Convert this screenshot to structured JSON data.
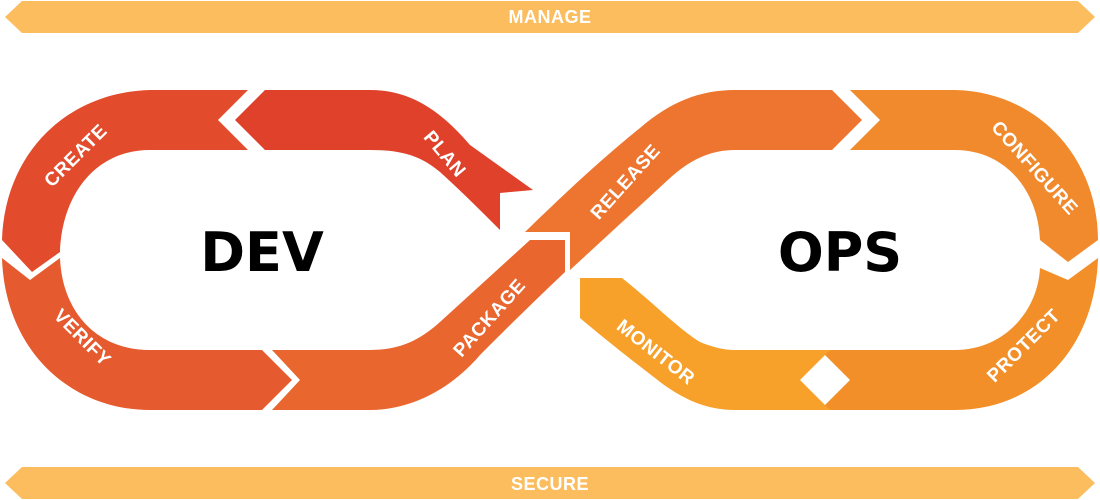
{
  "top_band": {
    "label": "MANAGE",
    "color": "#fbbd5e"
  },
  "bottom_band": {
    "label": "SECURE",
    "color": "#fbbd5e"
  },
  "loops": {
    "left": "DEV",
    "right": "OPS"
  },
  "segments": {
    "plan": {
      "label": "PLAN",
      "color": "#e0412b"
    },
    "create": {
      "label": "CREATE",
      "color": "#e24c2d"
    },
    "verify": {
      "label": "VERIFY",
      "color": "#e55a2e"
    },
    "package": {
      "label": "PACKAGE",
      "color": "#e9662f"
    },
    "release": {
      "label": "RELEASE",
      "color": "#ed7530"
    },
    "configure": {
      "label": "CONFIGURE",
      "color": "#f08a2c"
    },
    "protect": {
      "label": "PROTECT",
      "color": "#f28f29"
    },
    "monitor": {
      "label": "MONITOR",
      "color": "#f7a02a"
    }
  }
}
